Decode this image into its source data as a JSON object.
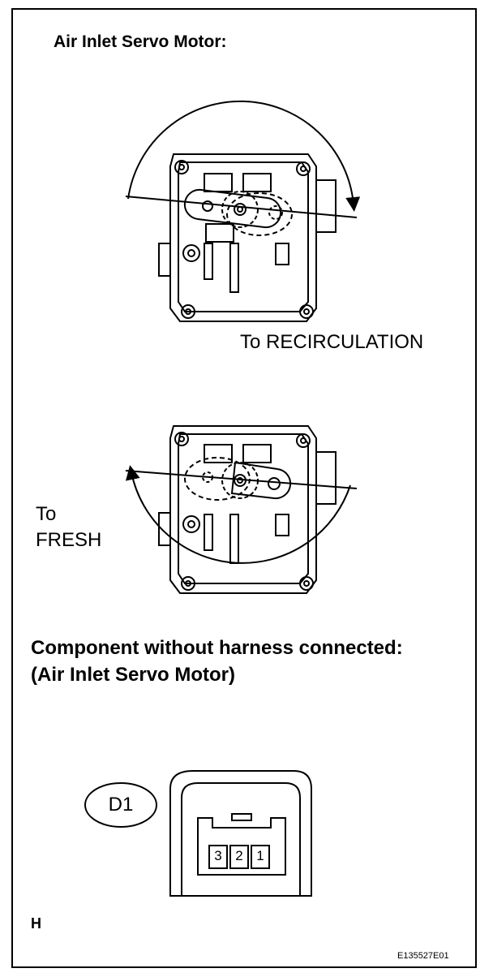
{
  "title": "Air Inlet Servo Motor:",
  "top_view": {
    "label": "To RECIRCULATION"
  },
  "bottom_view": {
    "label_line1": "To",
    "label_line2": "FRESH"
  },
  "component_heading": {
    "line1": "Component without harness connected:",
    "line2": "(Air Inlet Servo Motor)"
  },
  "connector": {
    "id": "D1",
    "pins": [
      "3",
      "2",
      "1"
    ]
  },
  "footer": {
    "left": "H",
    "code": "E135527E01"
  }
}
